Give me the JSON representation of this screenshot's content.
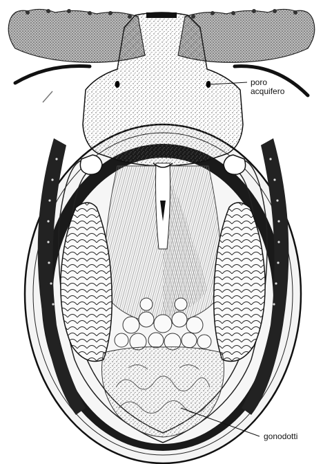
{
  "labels": {
    "poro_line1": "poro",
    "poro_line2": "acquifero",
    "gonodotti": "gonodotti"
  },
  "colors": {
    "ink": "#111111",
    "stipple": "#777777",
    "paper": "#ffffff"
  }
}
